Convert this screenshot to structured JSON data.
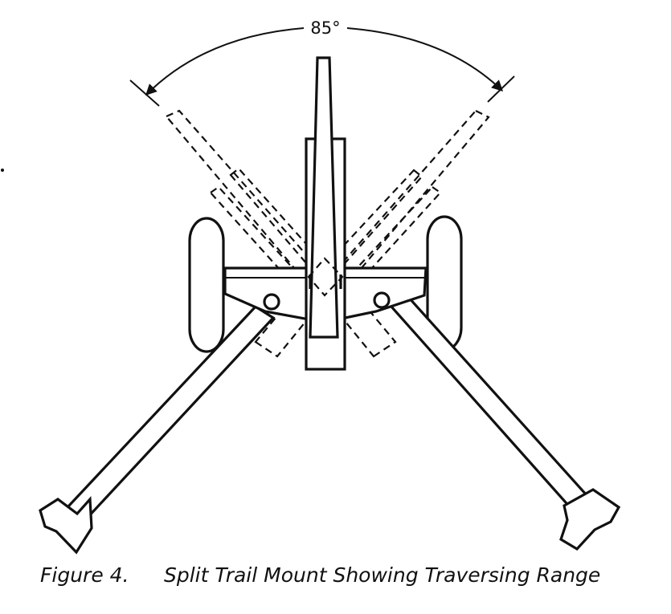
{
  "figure": {
    "angle_label": "85°",
    "caption_number": "Figure 4.",
    "caption_title": "Split Trail Mount Showing Traversing Range"
  },
  "colors": {
    "ink": "#111111",
    "paper": "#ffffff"
  }
}
